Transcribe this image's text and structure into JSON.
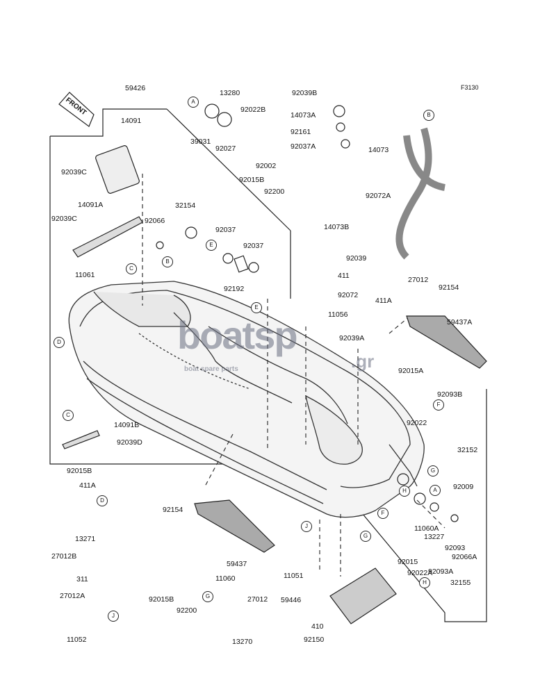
{
  "figure_code": "F3130",
  "front_label": "FRONT",
  "watermark": {
    "main": "boatsp",
    "suffix": ".gr",
    "sub": "boat spare parts"
  },
  "callouts": [
    "A",
    "B",
    "C",
    "D",
    "E",
    "F",
    "G",
    "H",
    "J"
  ],
  "part_numbers": [
    "59426",
    "14091",
    "92039C",
    "14091A",
    "92039C",
    "11061",
    "32154",
    "92066",
    "92037",
    "92037",
    "92192",
    "13280",
    "92022B",
    "39031",
    "92027",
    "92002",
    "92015B",
    "92200",
    "92039B",
    "14073A",
    "92161",
    "92037A",
    "14073",
    "92072A",
    "14073B",
    "92039",
    "411",
    "92072",
    "11056",
    "27012",
    "411A",
    "92154",
    "59437A",
    "92039A",
    "92015A",
    "92022",
    "92093B",
    "32152",
    "14091B",
    "92039D",
    "92015B",
    "411A",
    "13271",
    "27012B",
    "92154",
    "59437",
    "92009",
    "11060A",
    "13227",
    "92093",
    "92066A",
    "92015",
    "92022A",
    "92093A",
    "32155",
    "11051",
    "59446",
    "410",
    "92150",
    "311",
    "27012A",
    "11052",
    "92015B",
    "92200",
    "11060",
    "27012",
    "13270"
  ]
}
